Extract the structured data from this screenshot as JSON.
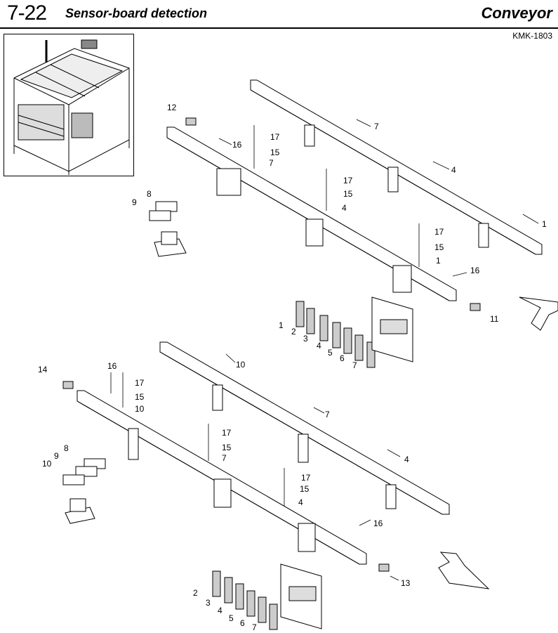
{
  "header": {
    "section_number": "7-22",
    "section_title": "Sensor-board detection",
    "chapter": "Conveyor",
    "model_code": "KMK-1803"
  },
  "callouts": [
    {
      "text": "12"
    },
    {
      "text": "17"
    },
    {
      "text": "16"
    },
    {
      "text": "15"
    },
    {
      "text": "7"
    },
    {
      "text": "7"
    },
    {
      "text": "4"
    },
    {
      "text": "17"
    },
    {
      "text": "15"
    },
    {
      "text": "4"
    },
    {
      "text": "1"
    },
    {
      "text": "8"
    },
    {
      "text": "9"
    },
    {
      "text": "17"
    },
    {
      "text": "15"
    },
    {
      "text": "1"
    },
    {
      "text": "16"
    },
    {
      "text": "11"
    },
    {
      "text": "1"
    },
    {
      "text": "2"
    },
    {
      "text": "3"
    },
    {
      "text": "4"
    },
    {
      "text": "5"
    },
    {
      "text": "6"
    },
    {
      "text": "7"
    },
    {
      "text": "10"
    },
    {
      "text": "14"
    },
    {
      "text": "16"
    },
    {
      "text": "17"
    },
    {
      "text": "15"
    },
    {
      "text": "10"
    },
    {
      "text": "7"
    },
    {
      "text": "17"
    },
    {
      "text": "15"
    },
    {
      "text": "7"
    },
    {
      "text": "4"
    },
    {
      "text": "8"
    },
    {
      "text": "9"
    },
    {
      "text": "10"
    },
    {
      "text": "17"
    },
    {
      "text": "15"
    },
    {
      "text": "4"
    },
    {
      "text": "16"
    },
    {
      "text": "13"
    },
    {
      "text": "2"
    },
    {
      "text": "3"
    },
    {
      "text": "4"
    },
    {
      "text": "5"
    },
    {
      "text": "6"
    },
    {
      "text": "7"
    }
  ]
}
